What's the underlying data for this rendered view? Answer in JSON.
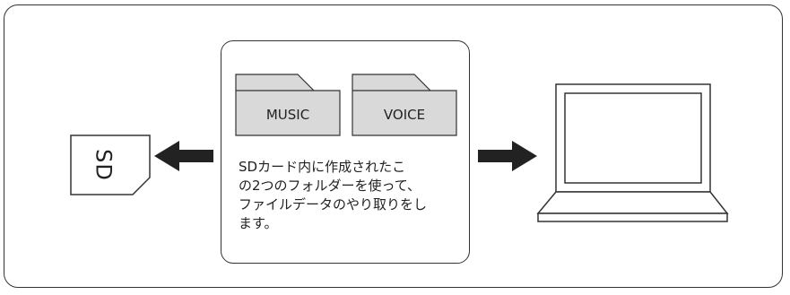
{
  "sd_card": {
    "label": "SD"
  },
  "folders": [
    {
      "label": "MUSIC"
    },
    {
      "label": "VOICE"
    }
  ],
  "description": "SDカード内に作成されたこ\nの2つのフォルダーを使って、\nファイルデータのやり取りをし\nます。",
  "colors": {
    "folder_fill": "#d9d9d9",
    "stroke": "#333333",
    "arrow": "#222222"
  },
  "icons": {
    "sd_card": "sd-card-icon",
    "folder": "folder-icon",
    "arrow_left": "arrow-left-icon",
    "arrow_right": "arrow-right-icon",
    "laptop": "laptop-icon"
  }
}
